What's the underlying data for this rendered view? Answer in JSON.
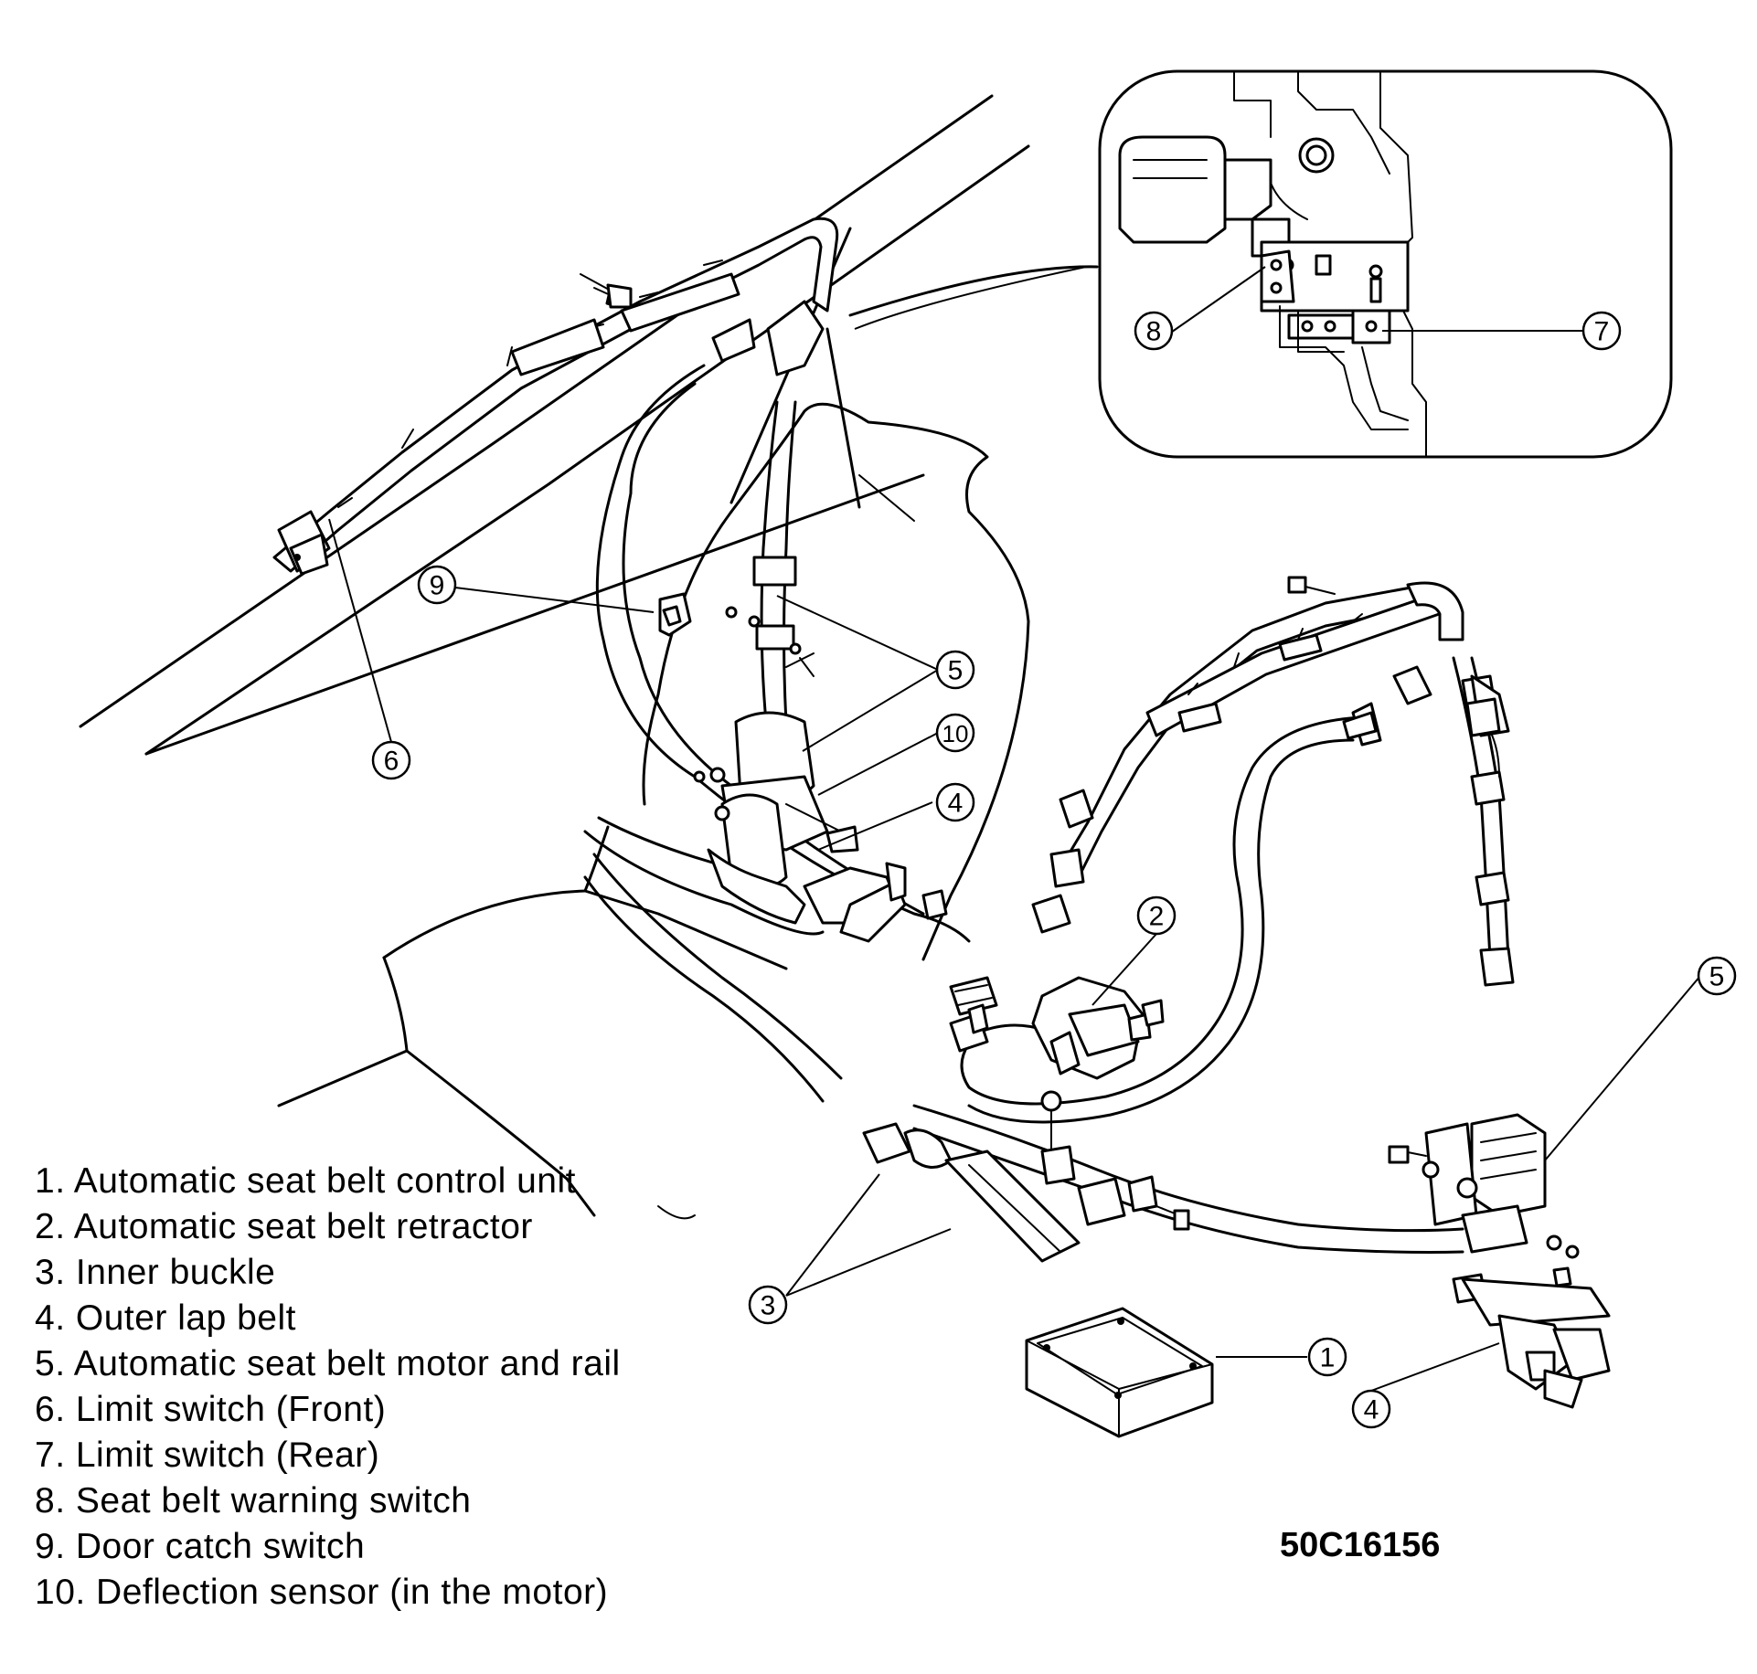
{
  "legend": [
    "1. Automatic seat belt control unit",
    "2. Automatic seat belt retractor",
    "3. Inner buckle",
    "4. Outer lap belt",
    "5. Automatic seat belt motor and rail",
    "6. Limit switch (Front)",
    "7. Limit switch (Rear)",
    "8. Seat belt warning switch",
    "9. Door catch switch",
    "10. Deflection sensor (in the motor)"
  ],
  "callouts": {
    "c1": "1",
    "c2": "2",
    "c3": "3",
    "c4a": "4",
    "c4b": "4",
    "c5a": "5",
    "c5b": "5",
    "c6": "6",
    "c7": "7",
    "c8": "8",
    "c9": "9",
    "c10": "10"
  },
  "figure_code": "50C16156"
}
